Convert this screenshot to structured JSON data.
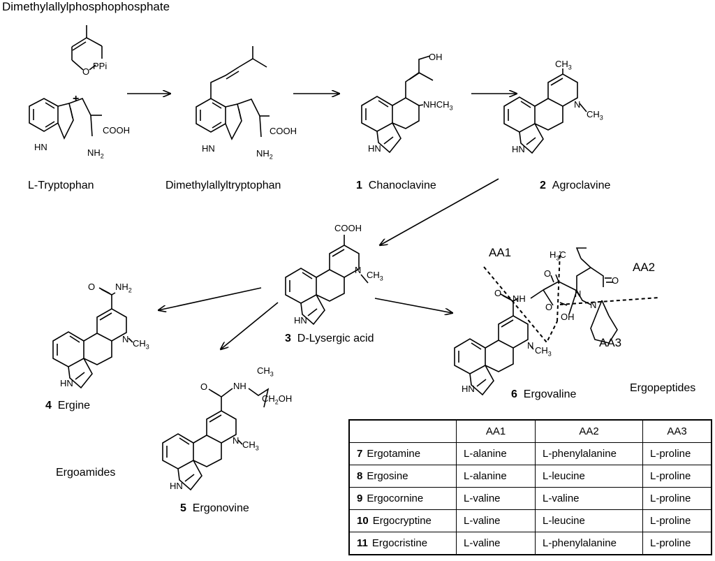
{
  "title": "Dimethylallylphosphophosphate",
  "compounds": {
    "trp": {
      "name": "L-Tryptophan"
    },
    "dmat": {
      "name": "Dimethylallyltryptophan"
    },
    "c1": {
      "num": "1",
      "name": "Chanoclavine"
    },
    "c2": {
      "num": "2",
      "name": "Agroclavine"
    },
    "c3": {
      "num": "3",
      "name": "D-Lysergic acid"
    },
    "c4": {
      "num": "4",
      "name": "Ergine"
    },
    "c5": {
      "num": "5",
      "name": "Ergonovine"
    },
    "c6": {
      "num": "6",
      "name": "Ergovaline"
    }
  },
  "plus": "+",
  "groups": {
    "ergoamides": "Ergoamides",
    "ergopeptides": "Ergopeptides"
  },
  "atoms": {
    "ppi": "O",
    "ppi2": "PPi",
    "cooh": "COOH",
    "nh2": "NH",
    "nh2_sub": "2",
    "hn": "HN",
    "oh": "OH",
    "nhch3": "NHCH",
    "ch3": "CH",
    "sub3": "3",
    "n": "N",
    "o": "O",
    "nh": "NH",
    "ch2oh": "CH",
    "ch2oh_tail": "OH",
    "sub2": "2",
    "h3c": "H",
    "c": "C"
  },
  "aa_labels": [
    "AA1",
    "AA2",
    "AA3"
  ],
  "table": {
    "headers": [
      "",
      "AA1",
      "AA2",
      "AA3"
    ],
    "rows": [
      {
        "num": "7",
        "name": "Ergotamine",
        "aa1": "L-alanine",
        "aa2": "L-phenylalanine",
        "aa3": "L-proline"
      },
      {
        "num": "8",
        "name": "Ergosine",
        "aa1": "L-alanine",
        "aa2": "L-leucine",
        "aa3": "L-proline"
      },
      {
        "num": "9",
        "name": "Ergocornine",
        "aa1": "L-valine",
        "aa2": "L-valine",
        "aa3": "L-proline"
      },
      {
        "num": "10",
        "name": "Ergocryptine",
        "aa1": "L-valine",
        "aa2": "L-leucine",
        "aa3": "L-proline"
      },
      {
        "num": "11",
        "name": "Ergocristine",
        "aa1": "L-valine",
        "aa2": "L-phenylalanine",
        "aa3": "L-proline"
      }
    ]
  }
}
